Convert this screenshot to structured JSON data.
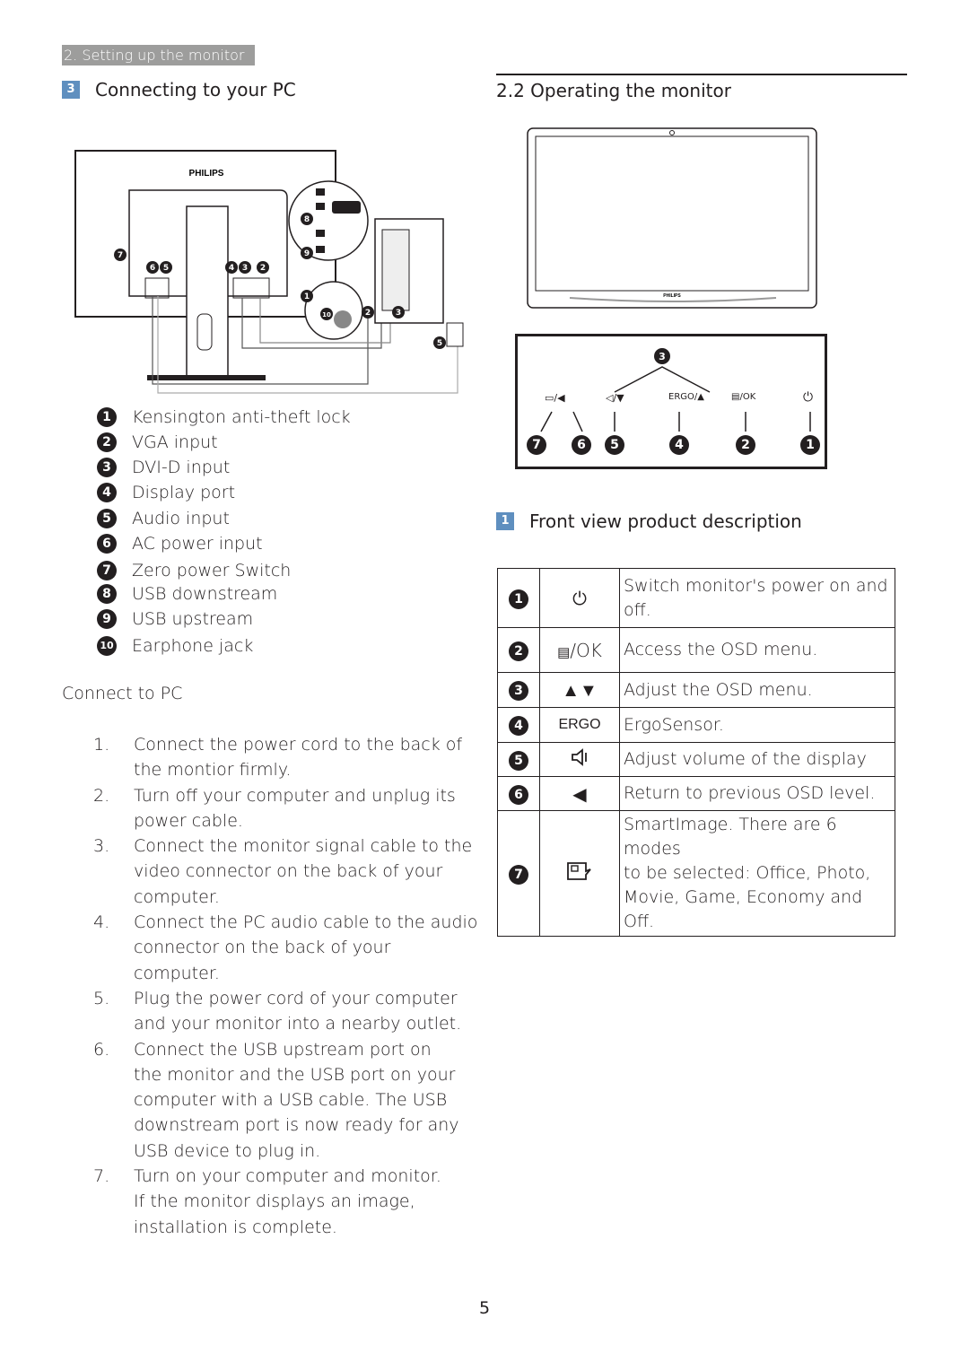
{
  "header": {
    "section_chip": "2. Setting up the monitor",
    "left_heading_num": "3",
    "left_heading": "Connecting to your PC",
    "right_heading": "2.2 Operating the monitor"
  },
  "rear_diagram": {
    "brand": "PHILIPS",
    "callouts": [
      "1",
      "2",
      "3",
      "4",
      "5",
      "6",
      "7",
      "8",
      "9",
      "10"
    ]
  },
  "legend": [
    {
      "num": "1",
      "label": "Kensington anti-theft lock"
    },
    {
      "num": "2",
      "label": "VGA input"
    },
    {
      "num": "3",
      "label": "DVI-D input"
    },
    {
      "num": "4",
      "label": "Display port"
    },
    {
      "num": "5",
      "label": "Audio input"
    },
    {
      "num": "6",
      "label": "AC power input"
    },
    {
      "num": "7",
      "label": "Zero power Switch"
    },
    {
      "num": "8",
      "label": "USB downstream"
    },
    {
      "num": "9",
      "label": "USB upstream"
    },
    {
      "num": "10",
      "label": "Earphone jack"
    }
  ],
  "connect_title": "Connect to PC",
  "steps": [
    {
      "n": "1.",
      "lines": [
        "Connect the power cord to the back of",
        "the montior firmly."
      ]
    },
    {
      "n": "2.",
      "lines": [
        "Turn off your computer and unplug its",
        "power cable."
      ]
    },
    {
      "n": "3.",
      "lines": [
        "Connect the monitor signal cable to the",
        "video connector on the back of your",
        "computer."
      ]
    },
    {
      "n": "4.",
      "lines": [
        "Connect the PC audio cable to the audio",
        "connector on the back of your computer."
      ]
    },
    {
      "n": "5.",
      "lines": [
        "Plug the power cord of your computer",
        "and your monitor into a nearby outlet."
      ]
    },
    {
      "n": "6.",
      "lines": [
        "Connect the USB upstream port on",
        "the monitor and the USB port on your",
        "computer with a USB cable. The USB",
        "downstream port is now ready for any",
        "USB device to plug in."
      ]
    },
    {
      "n": "7.",
      "lines": [
        "Turn on your computer and monitor.",
        "If the monitor displays an image,",
        "installation is complete."
      ]
    }
  ],
  "front_diagram": {
    "brand": "PHILIPS",
    "top_callout": "3",
    "button_labels": [
      "/◀",
      "/▼",
      "ERGO/▲",
      "/OK",
      "⏻"
    ],
    "bottom_callouts": [
      "7",
      "6",
      "5",
      "4",
      "2",
      "1"
    ]
  },
  "front_section": {
    "num": "1",
    "title": "Front view product description"
  },
  "table": [
    {
      "num": "1",
      "icon": "⏻",
      "icon_name": "power-icon",
      "lines": [
        "Switch monitor's power on and",
        "off."
      ]
    },
    {
      "num": "2",
      "icon": "/OK",
      "icon_name": "menu-ok-icon",
      "lines": [
        "Access the OSD menu."
      ]
    },
    {
      "num": "3",
      "icon": "▲▼",
      "icon_name": "up-down-icon",
      "lines": [
        "Adjust the OSD menu."
      ]
    },
    {
      "num": "4",
      "icon": "ERGO",
      "icon_name": "ergo-icon",
      "lines": [
        "ErgoSensor."
      ]
    },
    {
      "num": "5",
      "icon": "",
      "icon_name": "speaker-icon",
      "lines": [
        "Adjust volume of the display"
      ]
    },
    {
      "num": "6",
      "icon": "◀",
      "icon_name": "back-icon",
      "lines": [
        "Return to previous OSD level."
      ]
    },
    {
      "num": "7",
      "icon": "",
      "icon_name": "smartimage-icon",
      "lines": [
        "SmartImage. There are 6 modes",
        "to be selected: Office, Photo,",
        "Movie, Game, Economy and Off."
      ]
    }
  ],
  "page_number": "5"
}
